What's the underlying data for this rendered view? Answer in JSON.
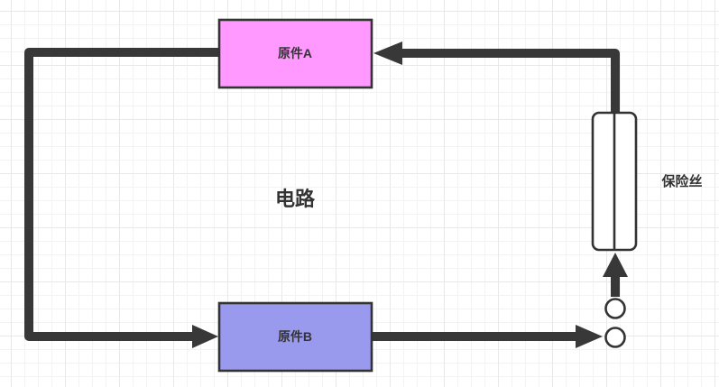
{
  "diagram": {
    "center_label": "电路",
    "nodes": {
      "component_a": {
        "label": "原件A"
      },
      "component_b": {
        "label": "原件B"
      },
      "fuse": {
        "label": "保险丝"
      }
    }
  },
  "colors": {
    "component_a_fill": "#ff99ff",
    "component_b_fill": "#9999ee",
    "fuse_fill": "#ffffff",
    "wire": "#383838",
    "shape_border": "#333333",
    "text": "#333333",
    "canvas_bg": "#ffffff",
    "grid_minor": "#f3f3f3",
    "grid_major": "#e8e8e8"
  }
}
